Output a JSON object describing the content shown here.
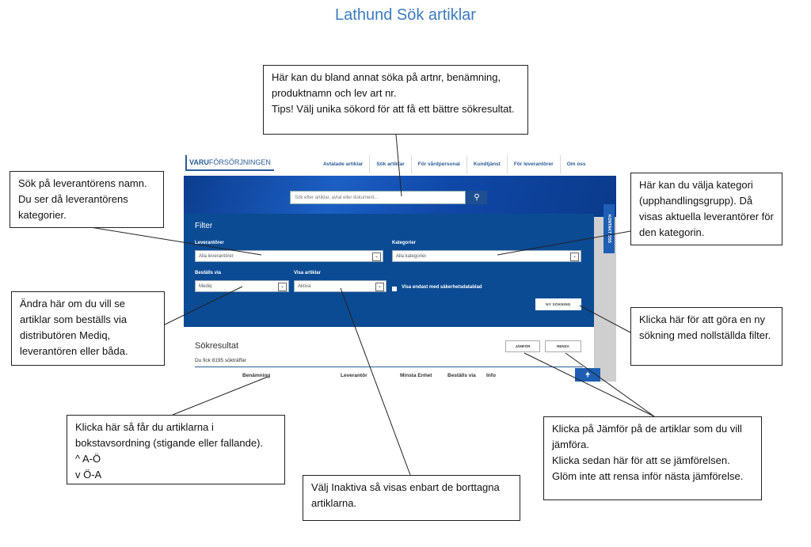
{
  "title": "Lathund Sök artiklar",
  "screenshot": {
    "logo_bold": "VARU",
    "logo_rest": "FÖRSÖRJNINGEN",
    "nav": [
      "Avtalade artiklar",
      "Sök artiklar",
      "För vårdpersonal",
      "Kundtjänst",
      "För leverantörer",
      "Om oss"
    ],
    "search_placeholder": "Sök efter artiklar, avtal eller dokument...",
    "search_icon": "magnifier-icon",
    "side_tab": "KONTAKT OSS",
    "filter": {
      "title": "Filter",
      "leverantorer_label": "Leverantörer",
      "leverantorer_value": "Alla leverantörer",
      "kategorier_label": "Kategorier",
      "kategorier_value": "Alla kategorier",
      "bestalls_label": "Beställs via",
      "bestalls_value": "Mediq",
      "visa_label": "Visa artiklar",
      "visa_value": "Aktiva",
      "checkbox_label": "Visa endast med säkerhetsdatablad",
      "ny_sokning": "NY SÖKNING"
    },
    "results": {
      "title": "Sökresultat",
      "count": "Du fick 8195 sökträffar",
      "jamfor": "JÄMFÖR",
      "rensa": "RENSA",
      "columns": [
        "Benämning",
        "Leverantör",
        "Minsta Enhet",
        "Beställs via",
        "Info"
      ],
      "up_icon": "arrow-up-icon"
    }
  },
  "callouts": {
    "search": "Här kan du bland annat söka på artnr, benämning, produktnamn och lev art nr.\nTips! Välj unika sökord för att få ett bättre sökresultat.",
    "leverantor": "Sök på leverantörens namn. Du ser då leverantörens kategorier.",
    "kategori": "Här kan du välja kategori (upphandlingsgrupp). Då visas aktuella leverantörer för den kategorin.",
    "bestalls": "Ändra här om du vill se artiklar som beställs via distributören Mediq, leverantören eller båda.",
    "nysokning": "Klicka här för att göra en ny sökning med nollställda filter.",
    "benamning": "Klicka här så får du artiklarna i bokstavsordning (stigande eller fallande).\n^ A-Ö\nv Ö-A",
    "inaktiva": "Välj Inaktiva så visas enbart de borttagna artiklarna.",
    "jamfor": "Klicka på Jämför på de artiklar som du vill jämföra.\nKlicka sedan här för att se jämförelsen.\nGlöm inte att rensa inför nästa jämförelse."
  }
}
